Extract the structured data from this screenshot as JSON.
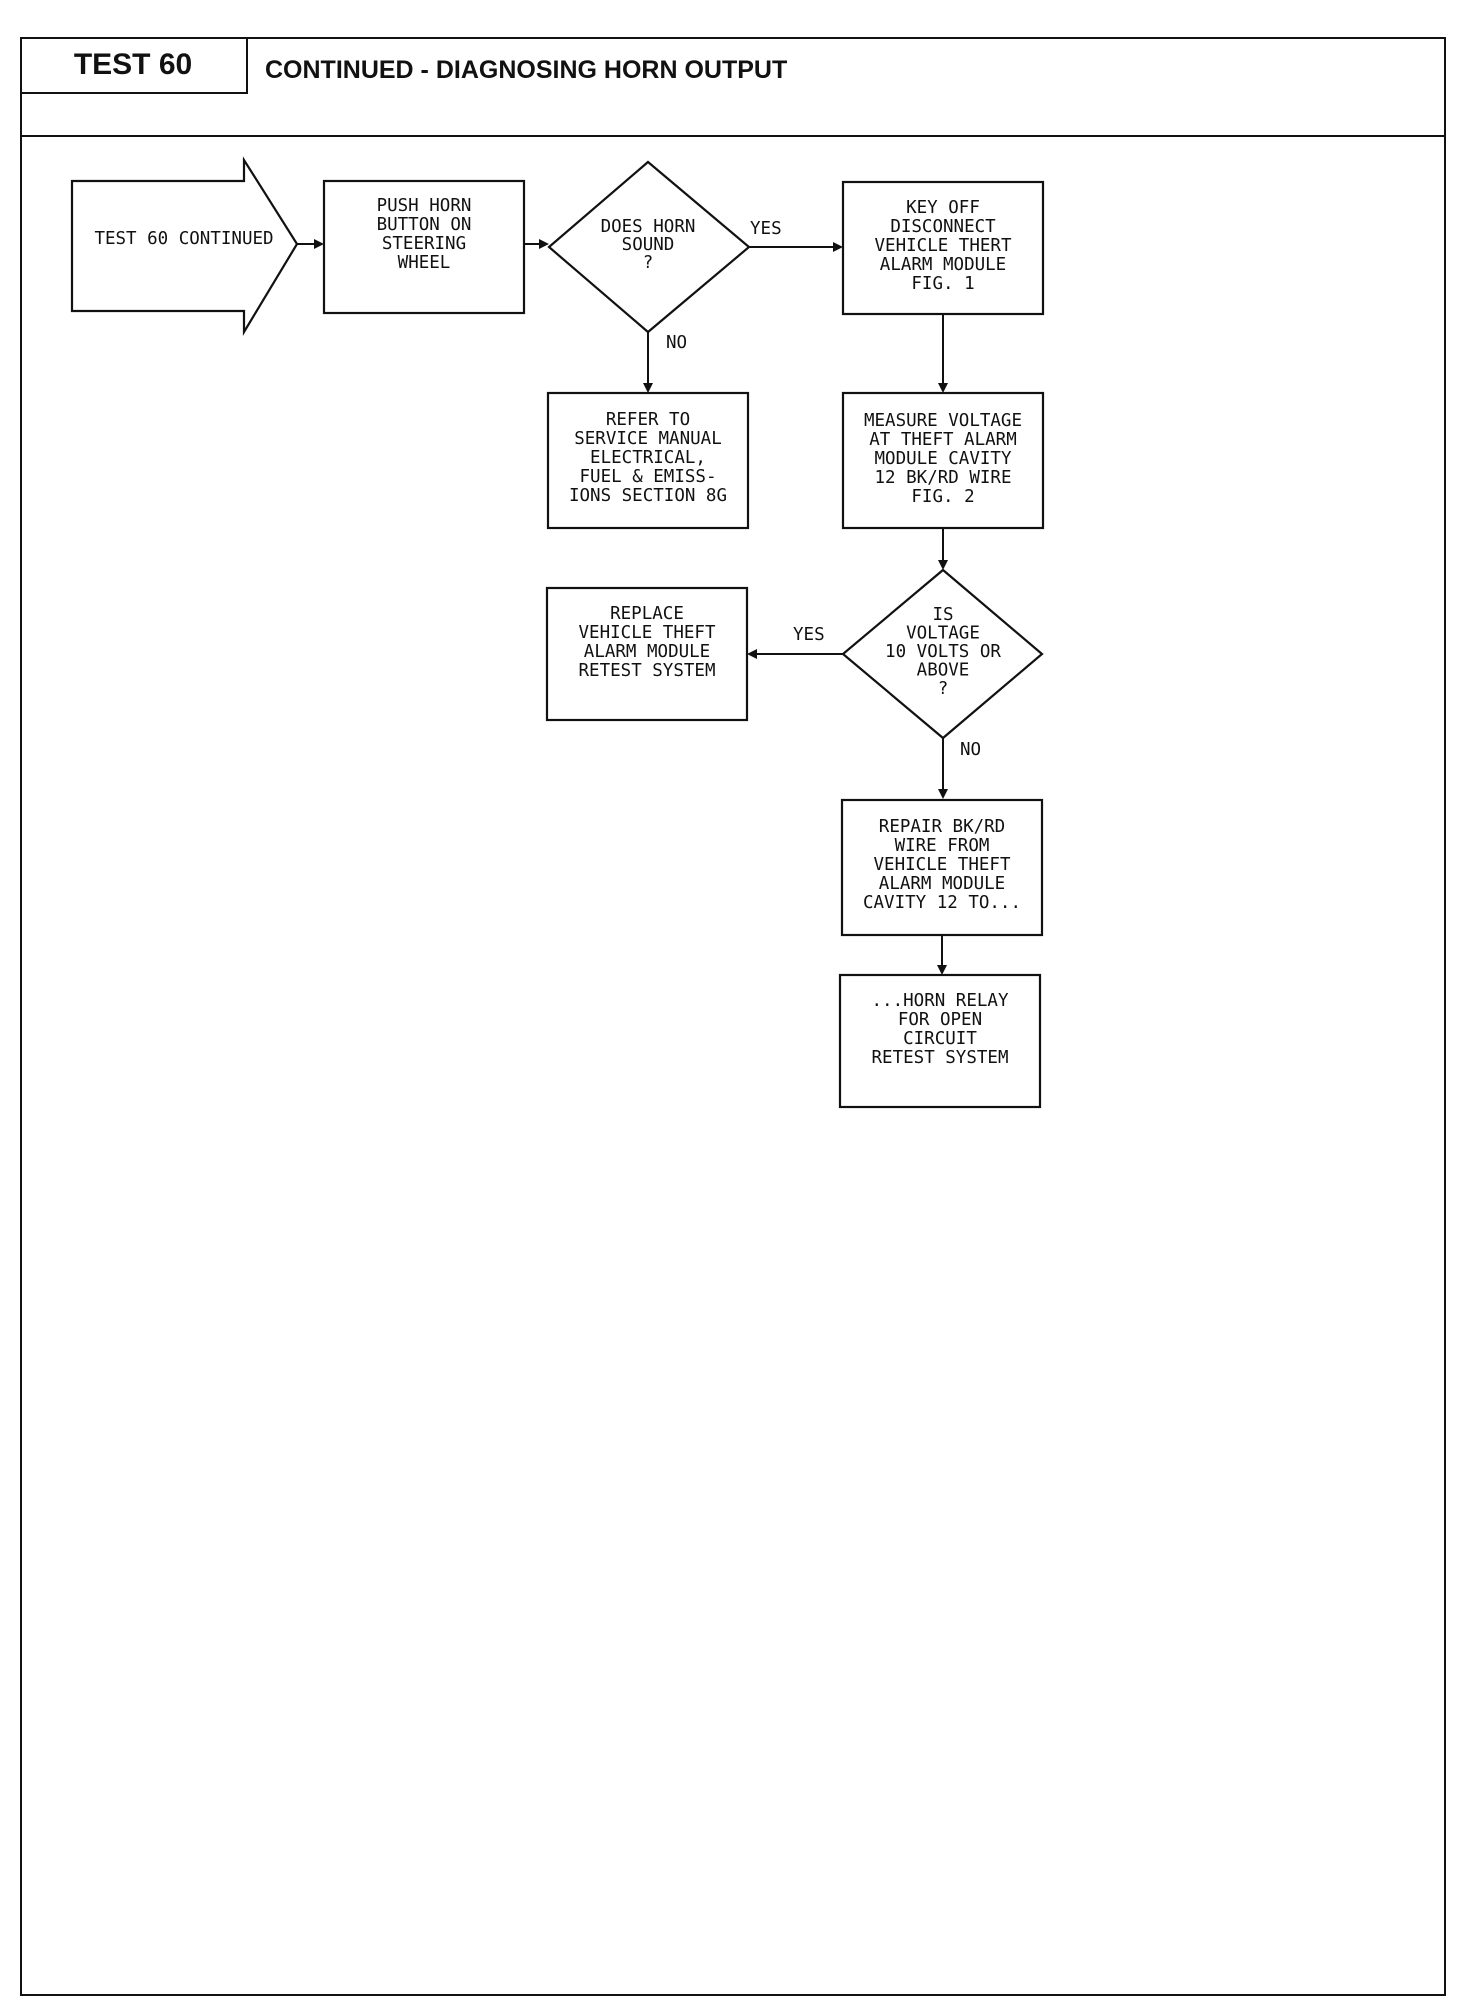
{
  "header": {
    "test_label": "TEST 60",
    "title": "CONTINUED - DIAGNOSING HORN OUTPUT"
  },
  "flow": {
    "start": [
      "TEST 60 CONTINUED"
    ],
    "push_horn": [
      "PUSH HORN",
      "BUTTON ON",
      "STEERING",
      "WHEEL"
    ],
    "q_horn_sound": [
      "DOES HORN",
      "SOUND",
      "?"
    ],
    "refer_manual": [
      "REFER TO",
      "SERVICE MANUAL",
      "ELECTRICAL,",
      "FUEL & EMISS-",
      "IONS SECTION 8G"
    ],
    "key_off": [
      "KEY OFF",
      "DISCONNECT",
      "VEHICLE THERT",
      "ALARM MODULE",
      "FIG. 1"
    ],
    "measure_voltage": [
      "MEASURE VOLTAGE",
      "AT THEFT ALARM",
      "MODULE CAVITY",
      "12 BK/RD WIRE",
      "FIG. 2"
    ],
    "q_voltage": [
      "IS",
      "VOLTAGE",
      "10 VOLTS OR",
      "ABOVE",
      "?"
    ],
    "replace_module": [
      "REPLACE",
      "VEHICLE THEFT",
      "ALARM MODULE",
      "RETEST SYSTEM"
    ],
    "repair_wire": [
      "REPAIR BK/RD",
      "WIRE FROM",
      "VEHICLE THEFT",
      "ALARM MODULE",
      "CAVITY 12 TO..."
    ],
    "horn_relay": [
      "...HORN RELAY",
      "FOR OPEN",
      "CIRCUIT",
      "RETEST SYSTEM"
    ]
  },
  "labels": {
    "yes_1": "YES",
    "no_1": "NO",
    "yes_2": "YES",
    "no_2": "NO"
  }
}
